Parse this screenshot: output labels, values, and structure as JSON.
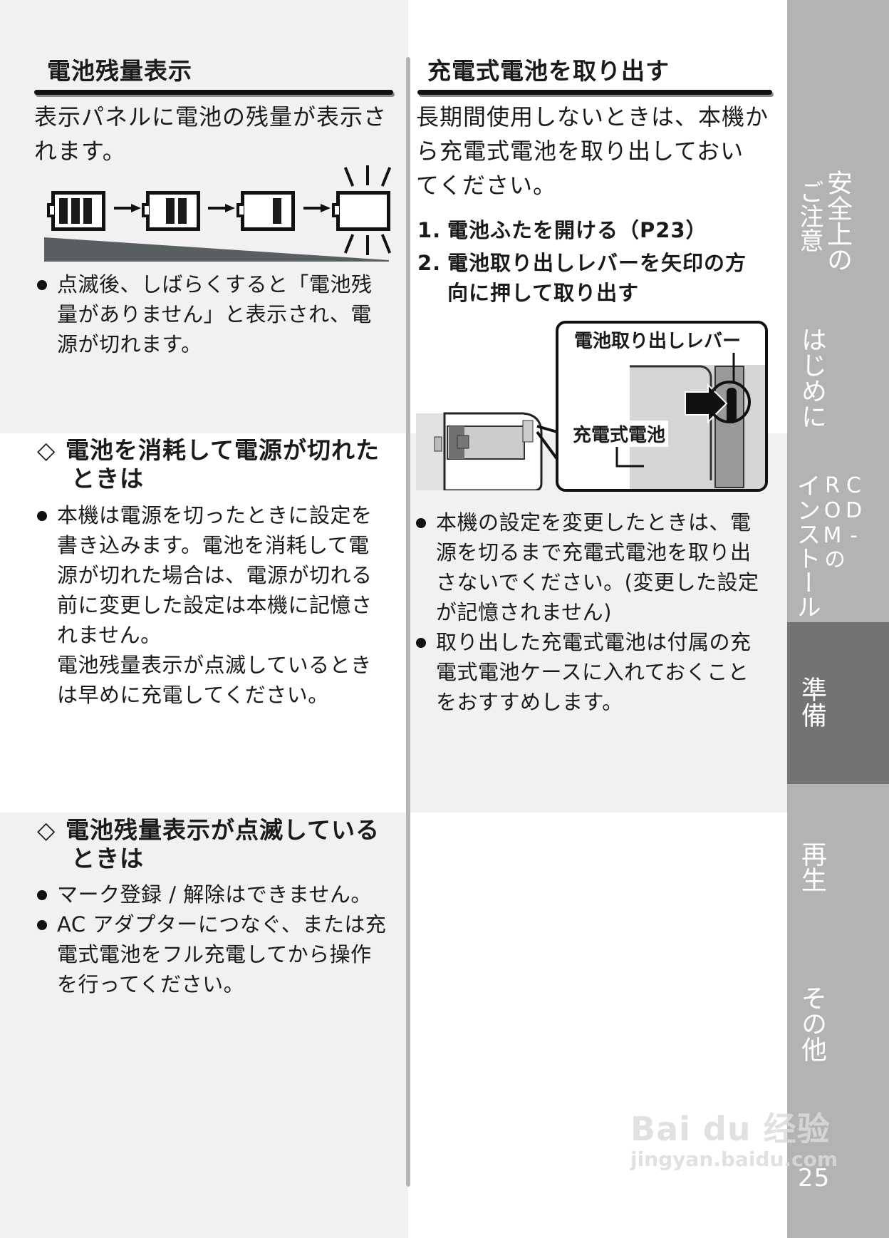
{
  "colors": {
    "band_gray": "#f1f1f1",
    "band_white": "#ffffff",
    "divider": "#b5b5b5",
    "tab_bg": "#b3b3b3",
    "tab_active_bg": "#737373",
    "text": "#1a1a1a"
  },
  "left": {
    "battery_section": {
      "title": "電池残量表示",
      "intro_line1": "表示パネルに電池の残量が表示さ",
      "intro_line2": "れます。",
      "battery_levels": [
        3,
        2,
        1,
        0
      ],
      "battery_icon": "battery-level-icon",
      "arrow_icon": "right-arrow-icon",
      "flash_icon": "blinking-rays-icon",
      "bullets": [
        {
          "lines": [
            "点滅後、しばらくすると「電池残",
            "量がありません」と表示され、電",
            "源が切れます。"
          ]
        }
      ]
    },
    "depleted_section": {
      "marker": "◇",
      "title_line1": "電池を消耗して電源が切れた",
      "title_line2": "ときは",
      "bullets": [
        {
          "lines": [
            "本機は電源を切ったときに設定を",
            "書き込みます。電池を消耗して電",
            "源が切れた場合は、電源が切れる",
            "前に変更した設定は本機に記憶さ",
            "れません。",
            "電池残量表示が点滅しているとき",
            "は早めに充電してください。"
          ]
        }
      ]
    },
    "blinking_section": {
      "marker": "◇",
      "title_line1": "電池残量表示が点滅している",
      "title_line2": "ときは",
      "bullets": [
        {
          "lines": [
            "マーク登録 / 解除はできません。"
          ]
        },
        {
          "lines": [
            "AC アダプターにつなぐ、または充",
            "電式電池をフル充電してから操作",
            "を行ってください。"
          ]
        }
      ]
    }
  },
  "right": {
    "remove_section": {
      "title": "充電式電池を取り出す",
      "intro_lines": [
        "長期間使用しないときは、本機か",
        "ら充電式電池を取り出しておい",
        "てください。"
      ],
      "steps": [
        {
          "num": "1.",
          "lines": [
            "電池ふたを開ける（P23）"
          ]
        },
        {
          "num": "2.",
          "lines": [
            "電池取り出しレバーを矢印の方",
            "向に押して取り出す"
          ]
        }
      ],
      "figure": {
        "label_lever": "電池取り出しレバー",
        "label_battery": "充電式電池"
      },
      "bullets": [
        {
          "lines": [
            "本機の設定を変更したときは、電",
            "源を切るまで充電式電池を取り出",
            "さないでください。(変更した設定",
            "が記憶されません)"
          ]
        },
        {
          "lines": [
            "取り出した充電式電池は付属の充",
            "電式電池ケースに入れておくこと",
            "をおすすめします。"
          ]
        }
      ]
    }
  },
  "tabs": [
    {
      "label_a": "安全上の",
      "label_b": "ご注意",
      "active": false
    },
    {
      "label_a": "はじめに",
      "active": false
    },
    {
      "label_a": "CD-ROMの",
      "label_b": "インストール",
      "active": false
    },
    {
      "label_a": "準備",
      "active": true
    },
    {
      "label_a": "再生",
      "active": false
    },
    {
      "label_a": "その他",
      "active": false
    }
  ],
  "page_number": "25",
  "watermark": {
    "main": "Bai du 经验",
    "sub": "jingyan.baidu.com"
  }
}
